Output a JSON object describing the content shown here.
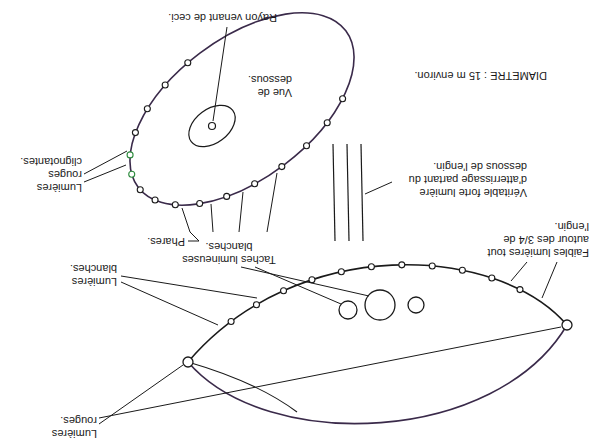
{
  "diagram": {
    "labels": [
      "Lumières rouges.",
      "Taches lumineuses blanches.",
      "Lumières blanches.",
      "Faibles lumières tout autour des 3/4 de l'engin.",
      "Véritable forte lumière d'atterrissage partant du dessous de l'engin.",
      "Phares.",
      "Lumières rouges clignotantes.",
      "Vue de dessous.",
      "DIAMETRE : 15 m environ.",
      "Rayon venant de ceci."
    ]
  }
}
